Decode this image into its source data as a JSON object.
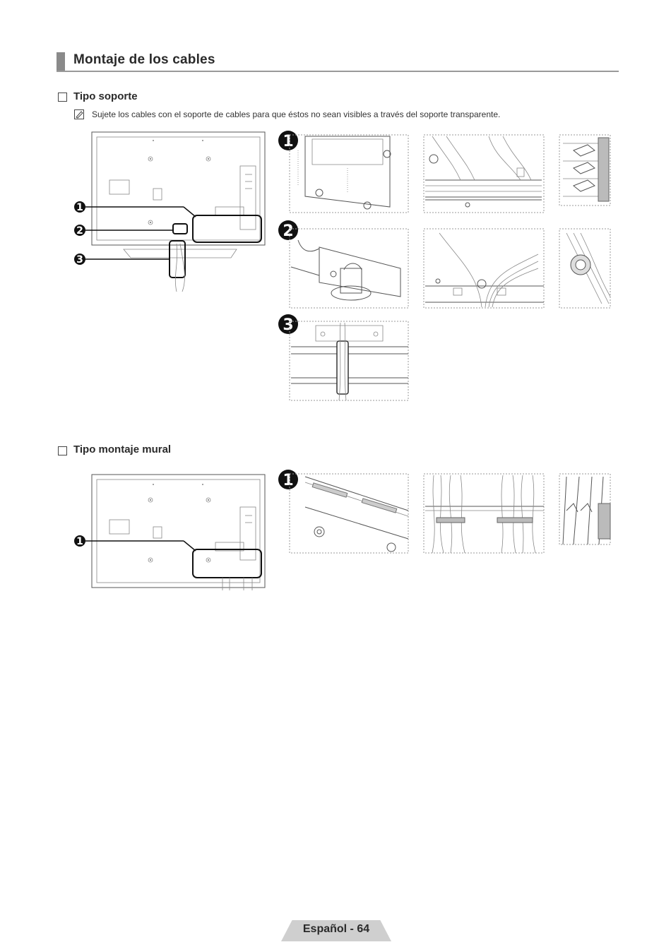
{
  "page": {
    "title": "Montaje de los cables",
    "footer": "Español - 64"
  },
  "sections": [
    {
      "title": "Tipo soporte",
      "note": "Sujete los cables con el soporte de cables para que éstos no sean visibles a través del soporte transparente.",
      "callouts": [
        "1",
        "2",
        "3"
      ]
    },
    {
      "title": "Tipo montaje mural",
      "callouts": [
        "1"
      ]
    }
  ],
  "icons": {
    "note": "note-icon",
    "section_bullet": "checkbox-square-icon"
  }
}
